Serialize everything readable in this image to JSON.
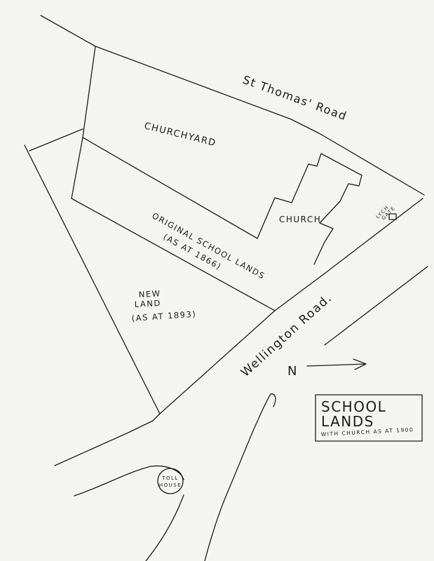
{
  "roads": {
    "st_thomas": "St Thomas' Road",
    "wellington": "Wellington Road."
  },
  "areas": {
    "churchyard": "CHURCHYARD",
    "church": "CHURCH",
    "original_line1": "ORIGINAL SCHOOL LANDS",
    "original_line2": "(AS AT 1866)",
    "new_line1": "NEW",
    "new_line2": "LAND",
    "new_line3": "(AS AT 1893)",
    "lych_line1": "LYCH",
    "lych_line2": "GATE",
    "toll_line1": "TOLL",
    "toll_line2": "HOUSE"
  },
  "north": {
    "label": "N"
  },
  "title": {
    "line1": "SCHOOL",
    "line2": "LANDS",
    "line3": "WITH CHURCH AS AT 1900"
  }
}
